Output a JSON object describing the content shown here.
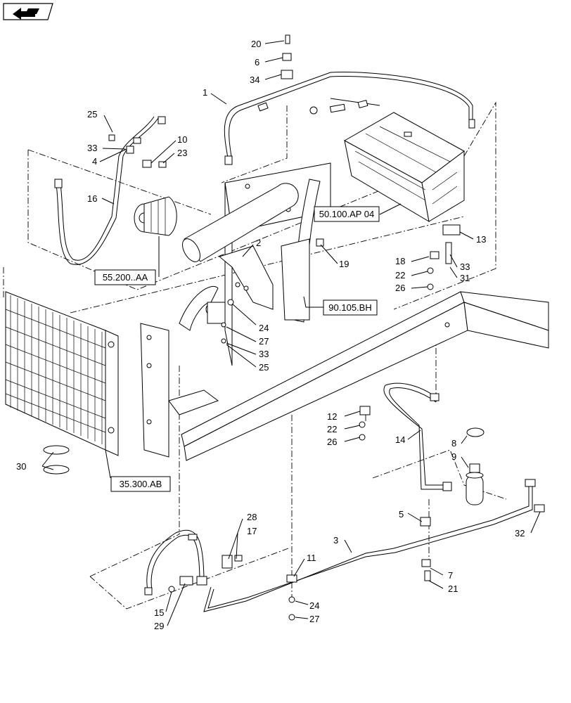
{
  "nav_icon": {
    "name": "page-navigation-icon"
  },
  "reference_boxes": {
    "r50100": "50.100.AP 04",
    "r55200": "55.200..AA",
    "r90105": "90.105.BH",
    "r35300": "35.300.AB"
  },
  "callouts": {
    "c1": "1",
    "c2": "2",
    "c3": "3",
    "c4": "4",
    "c5": "5",
    "c6": "6",
    "c7": "7",
    "c8": "8",
    "c9": "9",
    "c10": "10",
    "c11": "11",
    "c12": "12",
    "c13": "13",
    "c14": "14",
    "c15": "15",
    "c16": "16",
    "c17": "17",
    "c18": "18",
    "c19": "19",
    "c20": "20",
    "c21": "21",
    "c22a": "22",
    "c22b": "22",
    "c23": "23",
    "c24a": "24",
    "c24b": "24",
    "c25a": "25",
    "c25b": "25",
    "c26a": "26",
    "c26b": "26",
    "c27a": "27",
    "c27b": "27",
    "c28": "28",
    "c29": "29",
    "c30": "30",
    "c31": "31",
    "c32": "32",
    "c33a": "33",
    "c33b": "33",
    "c33c": "33",
    "c34": "34"
  }
}
